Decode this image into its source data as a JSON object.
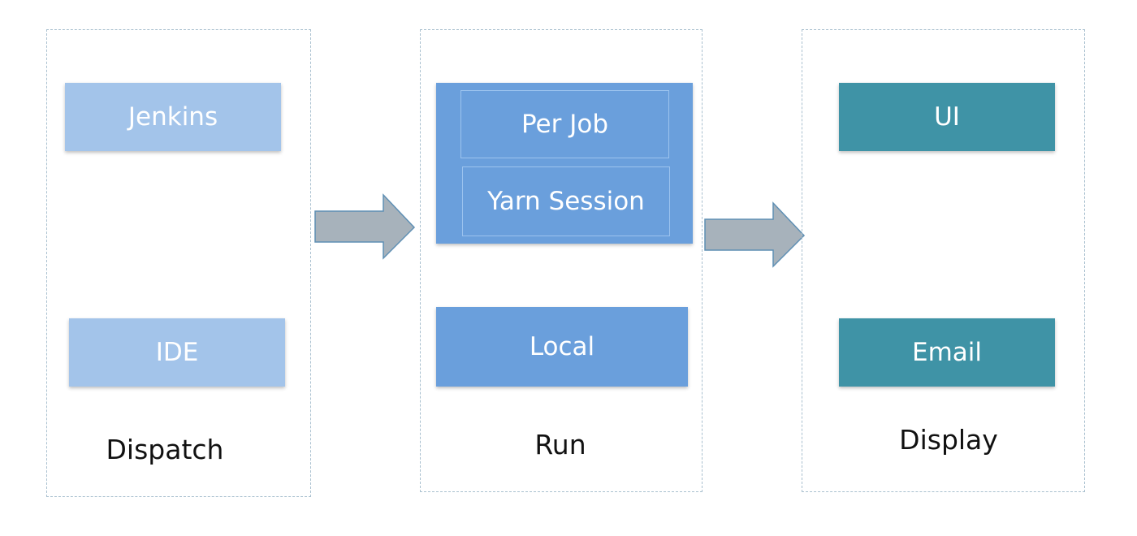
{
  "panels": {
    "dispatch": {
      "caption": "Dispatch",
      "boxes": [
        "Jenkins",
        "IDE"
      ]
    },
    "run": {
      "caption": "Run",
      "cluster_boxes": [
        "Per Job",
        "Yarn Session"
      ],
      "local": "Local"
    },
    "display": {
      "caption": "Display",
      "boxes": [
        "UI",
        "Email"
      ]
    }
  },
  "colors": {
    "dispatch_box": "#a3c4ea",
    "run_box": "#6a9fdc",
    "display_box": "#3f93a6",
    "arrow_fill": "#a7b2bb",
    "arrow_stroke": "#5e8fb4",
    "panel_border": "#a9c0cf"
  }
}
